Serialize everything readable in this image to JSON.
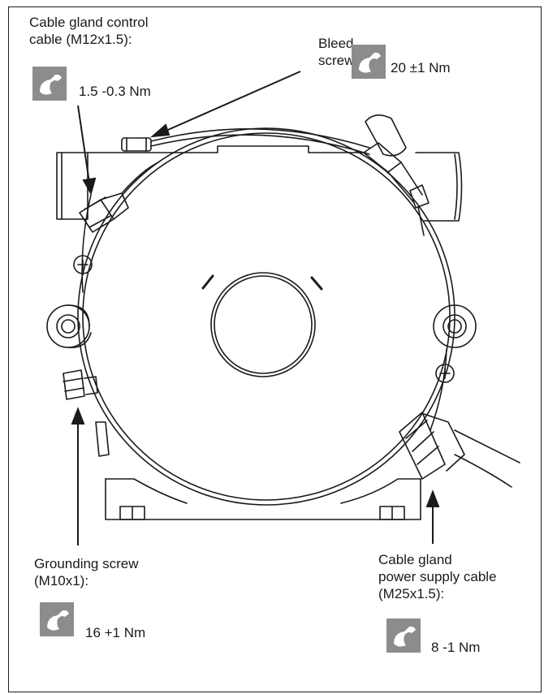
{
  "colors": {
    "line": "#1a1a1a",
    "wrench_bg": "#8c8c8c"
  },
  "callouts": [
    {
      "id": "cable-gland-control",
      "label_lines": [
        "Cable gland control",
        "cable (M12x1.5):"
      ],
      "torque": "1.5 -0.3 Nm",
      "icon": "wrench-icon"
    },
    {
      "id": "bleed-screw",
      "label_lines": [
        "Bleed",
        "screw"
      ],
      "torque": "20 ±1 Nm",
      "icon": "wrench-icon"
    },
    {
      "id": "grounding-screw",
      "label_lines": [
        "Grounding screw",
        "(M10x1):"
      ],
      "torque": "16 +1 Nm",
      "icon": "wrench-icon"
    },
    {
      "id": "cable-gland-power",
      "label_lines": [
        "Cable gland",
        "power supply cable",
        "(M25x1.5):"
      ],
      "torque": "8 -1 Nm",
      "icon": "wrench-icon"
    }
  ]
}
